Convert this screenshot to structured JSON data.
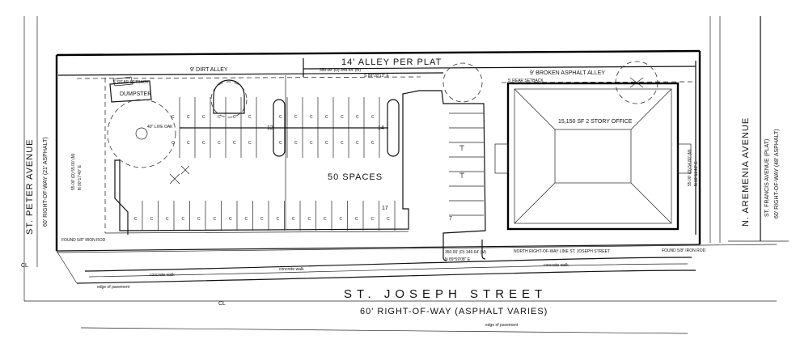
{
  "labels": {
    "st_joseph": "ST. JOSEPH STREET",
    "st_joseph_row": "60' RIGHT-OF-WAY (ASPHALT VARIES)",
    "alley": "14' ALLEY PER PLAT",
    "dirt_alley": "9' DIRT ALLEY",
    "broken_alley": "9' BROKEN ASPHALT ALLEY",
    "st_peter": "ST. PETER AVENUE",
    "st_peter_row": "60' RIGHT-OF-WAY (21' ASPHALT)",
    "armenia": "N. AREMENIA AVENUE",
    "st_francis": "ST. FRANCIS AVENUE (PLAT)",
    "st_francis_row": "60' RIGHT-OF-WAY (48' ASPHALT)",
    "dumpster": "DUMPSTER",
    "office": "15,150 SF 2 STORY OFFICE",
    "spaces": "50 SPACES",
    "north_bearing": "350.00' (D) 349.64' (M)",
    "north_bearing2": "S 89°28'13\" E",
    "south_bearing": "350.00' (D) 349.64' (M)",
    "south_bearing2": "N 89°59'08\" E",
    "south_row_line": "NORTH RIGHT-OF-WAY LINE ST. JOSEPH STREET",
    "rear_setback_w": "5' REAR SETBACK",
    "rear_setback_e": "5' REAR SETBACK",
    "sidewalk": "concrete walk",
    "pavement": "edge of pavement",
    "row_12": "12",
    "row_14": "14",
    "row_17": "17",
    "row_7": "7",
    "west_dim": "55.00' (D) 55.00' (M)",
    "east_dim": "55.00' (D) 54.80' (M)",
    "west_dim2": "N 00°17'40\" E",
    "east_dim2": "N 00°11'40\" E",
    "tree_note": "40\" LIVE OAK",
    "found_w": "FOUND 5/8\" IRON ROD",
    "found_e": "FOUND 5/8\" IRON ROD"
  },
  "stall_mark": "C",
  "centerline_symbol": "CL"
}
